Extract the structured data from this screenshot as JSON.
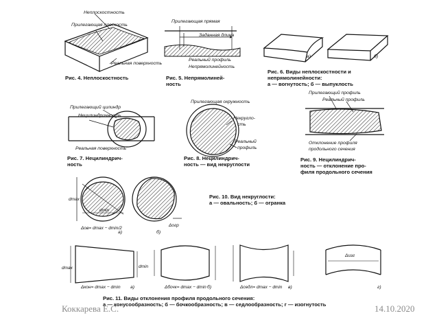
{
  "footer": {
    "author": "Коккарева Е.С.",
    "date": "14.10.2020"
  },
  "fig4": {
    "caption": "Рис. 4. Неплоскостность",
    "labels": [
      "Неплоскостность",
      "Прилегающая плоскость",
      "Реальная поверхность"
    ]
  },
  "fig5": {
    "caption": [
      "Рис. 5. Непрямолиней-",
      "ность"
    ],
    "labels": [
      "Прилегающая прямая",
      "Заданная длина",
      "Реальный профиль",
      "Непрямолинейность"
    ]
  },
  "fig6": {
    "caption": [
      "Рис. 6. Виды неплоскостности и",
      "непрямолинейности:",
      "а — вогнутость; б — выпуклость"
    ],
    "labels": [
      "а)",
      "б)"
    ]
  },
  "fig7": {
    "caption": [
      "Рис. 7. Нецилиндрич-",
      "ность"
    ],
    "labels": [
      "Прилегающий цилиндр",
      "Нецилиндричность",
      "Реальная поверхность"
    ]
  },
  "fig8": {
    "caption": [
      "Рис. 8. Нецилиндрич-",
      "ность — вид некруглости"
    ],
    "labels": [
      "Прилегающая окружность",
      "Некругло-",
      "сть",
      "Реальный",
      "профиль"
    ]
  },
  "fig9": {
    "caption": [
      "Рис. 9. Нецилиндрич-",
      "ность — отклонение про-",
      "филя продольного сечения"
    ],
    "labels": [
      "Прилегающий профиль",
      "Реальный профиль",
      "Отклонение профиля",
      "продольного сечения"
    ]
  },
  "fig10": {
    "caption": [
      "Рис. 10. Вид некруглости:",
      "а — овальность; б — огранка"
    ],
    "labels": [
      "dmax",
      "dmin",
      "Δов= dmax − dmin/2",
      "Δогр",
      "а)",
      "б)"
    ]
  },
  "fig11": {
    "caption": [
      "Рис. 11. Виды отклонения профиля продольного сечения:",
      "а — конусообразность; б — бочкообразность; в — седлообразность; г — изогнутость"
    ],
    "labels": [
      "dmax",
      "dmin",
      "Δкон= dmax − dmin",
      "Δбочк= dmax − dmin",
      "Δседл= dmax − dmin",
      "Δизг",
      "а)",
      "б)",
      "в)",
      "г)"
    ]
  }
}
